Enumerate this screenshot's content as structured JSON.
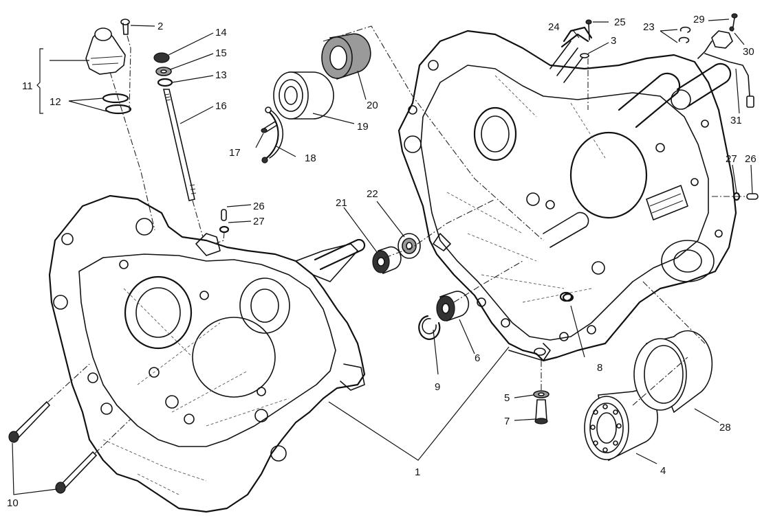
{
  "title": "Crankcase exploded parts diagram",
  "parts": [
    {
      "ref": "1",
      "label": "1"
    },
    {
      "ref": "2",
      "label": "2"
    },
    {
      "ref": "3",
      "label": "3"
    },
    {
      "ref": "4",
      "label": "4"
    },
    {
      "ref": "5",
      "label": "5"
    },
    {
      "ref": "6",
      "label": "6"
    },
    {
      "ref": "7",
      "label": "7"
    },
    {
      "ref": "8",
      "label": "8"
    },
    {
      "ref": "9",
      "label": "9"
    },
    {
      "ref": "10",
      "label": "10"
    },
    {
      "ref": "11",
      "label": "11"
    },
    {
      "ref": "12",
      "label": "12"
    },
    {
      "ref": "13",
      "label": "13"
    },
    {
      "ref": "14",
      "label": "14"
    },
    {
      "ref": "15",
      "label": "15"
    },
    {
      "ref": "16",
      "label": "16"
    },
    {
      "ref": "17",
      "label": "17"
    },
    {
      "ref": "18",
      "label": "18"
    },
    {
      "ref": "19",
      "label": "19"
    },
    {
      "ref": "20",
      "label": "20"
    },
    {
      "ref": "21",
      "label": "21"
    },
    {
      "ref": "22",
      "label": "22"
    },
    {
      "ref": "23",
      "label": "23"
    },
    {
      "ref": "24",
      "label": "24"
    },
    {
      "ref": "25",
      "label": "25"
    },
    {
      "ref": "26",
      "label": "26"
    },
    {
      "ref": "27",
      "label": "27"
    },
    {
      "ref": "28",
      "label": "28"
    },
    {
      "ref": "29",
      "label": "29"
    },
    {
      "ref": "30",
      "label": "30"
    },
    {
      "ref": "31",
      "label": "31"
    }
  ],
  "callouts": {
    "c1": "1",
    "c2": "2",
    "c3": "3",
    "c4": "4",
    "c5": "5",
    "c6": "6",
    "c7": "7",
    "c8": "8",
    "c9": "9",
    "c10": "10",
    "c11": "11",
    "c12": "12",
    "c13": "13",
    "c14": "14",
    "c15": "15",
    "c16": "16",
    "c17": "17",
    "c18": "18",
    "c19": "19",
    "c20": "20",
    "c21": "21",
    "c22": "22",
    "c23": "23",
    "c24": "24",
    "c25": "25",
    "c26a": "26",
    "c27a": "27",
    "c26b": "26",
    "c27b": "27",
    "c28": "28",
    "c29": "29",
    "c30": "30",
    "c31": "31"
  }
}
